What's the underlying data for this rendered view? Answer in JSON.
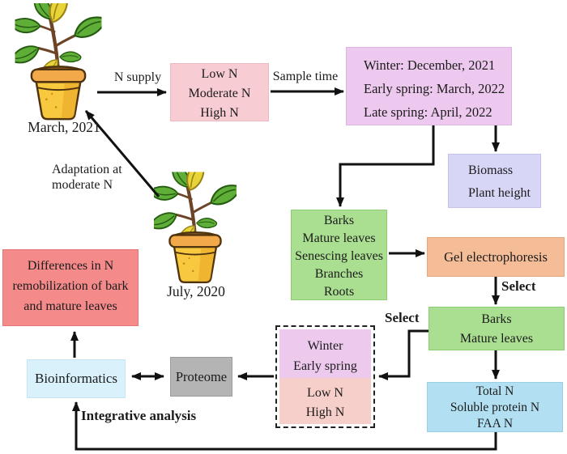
{
  "figure": {
    "icons": {
      "plant_start": "potted-plant-illustration",
      "plant_origin": "potted-plant-illustration"
    },
    "colors": {
      "n_treatments_fill": "#f8ccd3",
      "sample_times_fill": "#eec9ef",
      "growth_fill": "#d7d6f6",
      "tissues_fill": "#aadf91",
      "gel_fill": "#f4bd97",
      "n_fractions_fill": "#b2e0f2",
      "season_fill": "#ecc9ed",
      "n_level_fill": "#f6cfca",
      "proteome_fill": "#b4b4b4",
      "bioinformatics_fill": "#d9f1fb",
      "outcome_fill": "#f58a8a",
      "arrow": "#111111"
    },
    "plants": {
      "start_date": "March, 2021",
      "origin_date": "July, 2020"
    },
    "edge_labels": {
      "n_supply": "N supply",
      "sample_time": "Sample time",
      "select_gel": "Select",
      "select_groups": "Select",
      "integrative_analysis": "Integrative analysis",
      "adaptation_line1": "Adaptation at",
      "adaptation_line2": "moderate N"
    },
    "boxes": {
      "n_treatments": {
        "lines": [
          "Low N",
          "Moderate N",
          "High N"
        ]
      },
      "sample_times": {
        "lines": [
          "Winter: December, 2021",
          "Early spring: March, 2022",
          "Late spring: April, 2022"
        ]
      },
      "growth": {
        "lines": [
          "Biomass",
          "Plant height"
        ]
      },
      "tissues": {
        "lines": [
          "Barks",
          "Mature leaves",
          "Senescing leaves",
          "Branches",
          "Roots"
        ]
      },
      "gel": {
        "label": "Gel electrophoresis"
      },
      "selected_tissues": {
        "lines": [
          "Barks",
          "Mature leaves"
        ]
      },
      "n_fractions": {
        "lines": [
          "Total N",
          "Soluble protein N",
          "FAA N"
        ]
      },
      "selected_groups": {
        "seasons": [
          "Winter",
          "Early spring"
        ],
        "n_levels": [
          "Low N",
          "High N"
        ]
      },
      "proteome": {
        "label": "Proteome"
      },
      "bioinformatics": {
        "label": "Bioinformatics"
      },
      "outcome": {
        "lines": [
          "Differences in N",
          "remobilization of bark",
          "and mature leaves"
        ]
      }
    }
  }
}
